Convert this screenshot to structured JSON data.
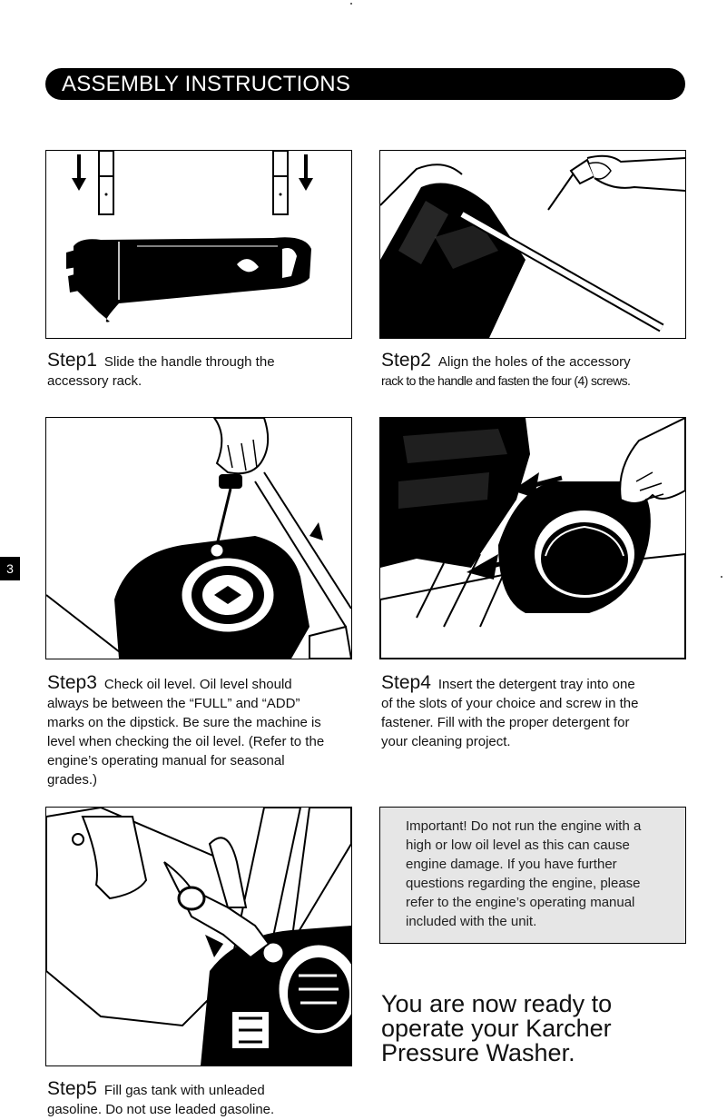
{
  "header": {
    "title": "ASSEMBLY INSTRUCTIONS"
  },
  "page_number": "3",
  "steps": [
    {
      "label": "Step",
      "number": "1",
      "text_a": "Slide the handle through the",
      "text_b": "accessory rack."
    },
    {
      "label": "Step",
      "number": "2",
      "text_a": "Align the holes of the accessory",
      "text_b": "rack to the handle and fasten the four (4) screws."
    },
    {
      "label": "Step",
      "number": "3",
      "text_a": "Check oil level. Oil level should",
      "text_b": "always be between the “FULL” and “ADD”",
      "text_c": "marks on the dipstick. Be sure the machine is",
      "text_d": "level when checking the oil level. (Refer to the",
      "text_e": "engine’s operating manual for seasonal",
      "text_f": "grades.)"
    },
    {
      "label": "Step",
      "number": "4",
      "text_a": "Insert the detergent tray into one",
      "text_b": "of the slots of your choice and screw in the",
      "text_c": "fastener. Fill with the proper detergent for",
      "text_d": "your cleaning project."
    },
    {
      "label": "Step",
      "number": "5",
      "text_a": "Fill gas tank with unleaded",
      "text_b": "gasoline. Do not use leaded gasoline."
    }
  ],
  "important_note": {
    "lines": [
      "Important! Do not run the engine with a",
      "high or low oil level as this can cause",
      "engine  damage. If you have further",
      "questions regarding the engine, please",
      "refer to the engine’s operating manual",
      "included with the unit."
    ]
  },
  "closing": {
    "lines": [
      "You are now ready to",
      "operate your Karcher",
      "Pressure Washer."
    ]
  }
}
